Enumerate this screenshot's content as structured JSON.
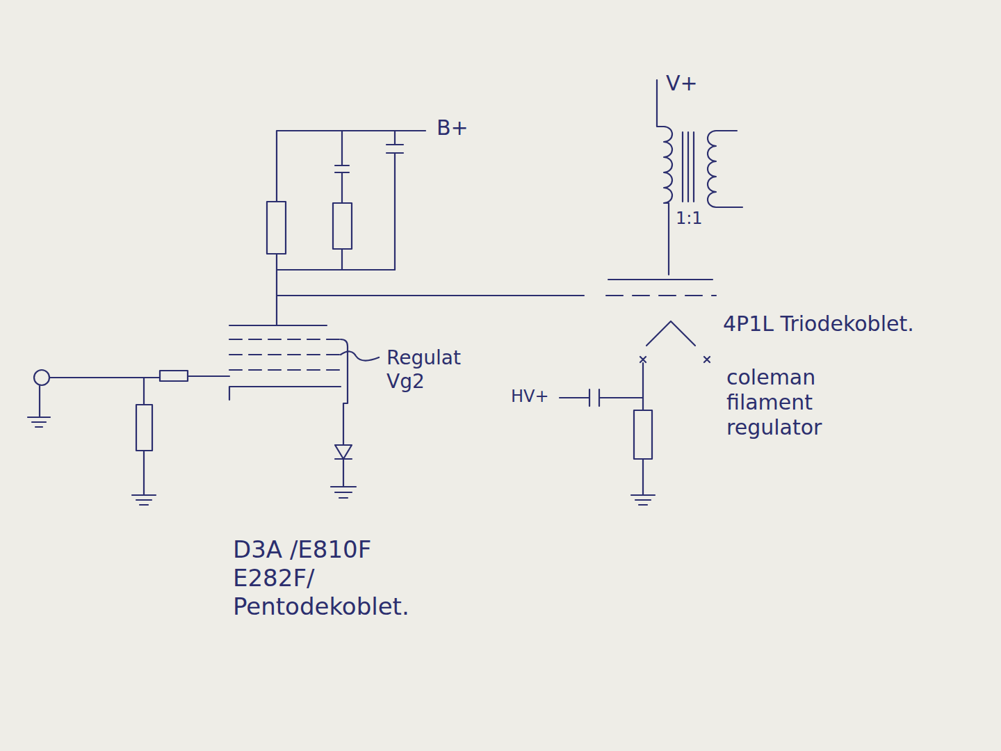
{
  "diagram": {
    "labels": [
      "B+",
      "V+",
      "1:1",
      "4P1L Triodekoblet.",
      "Regulat Vg2",
      "HV+",
      "coleman filament regulator",
      "D3A /E810F E282F/ Pentodekoblet."
    ]
  }
}
